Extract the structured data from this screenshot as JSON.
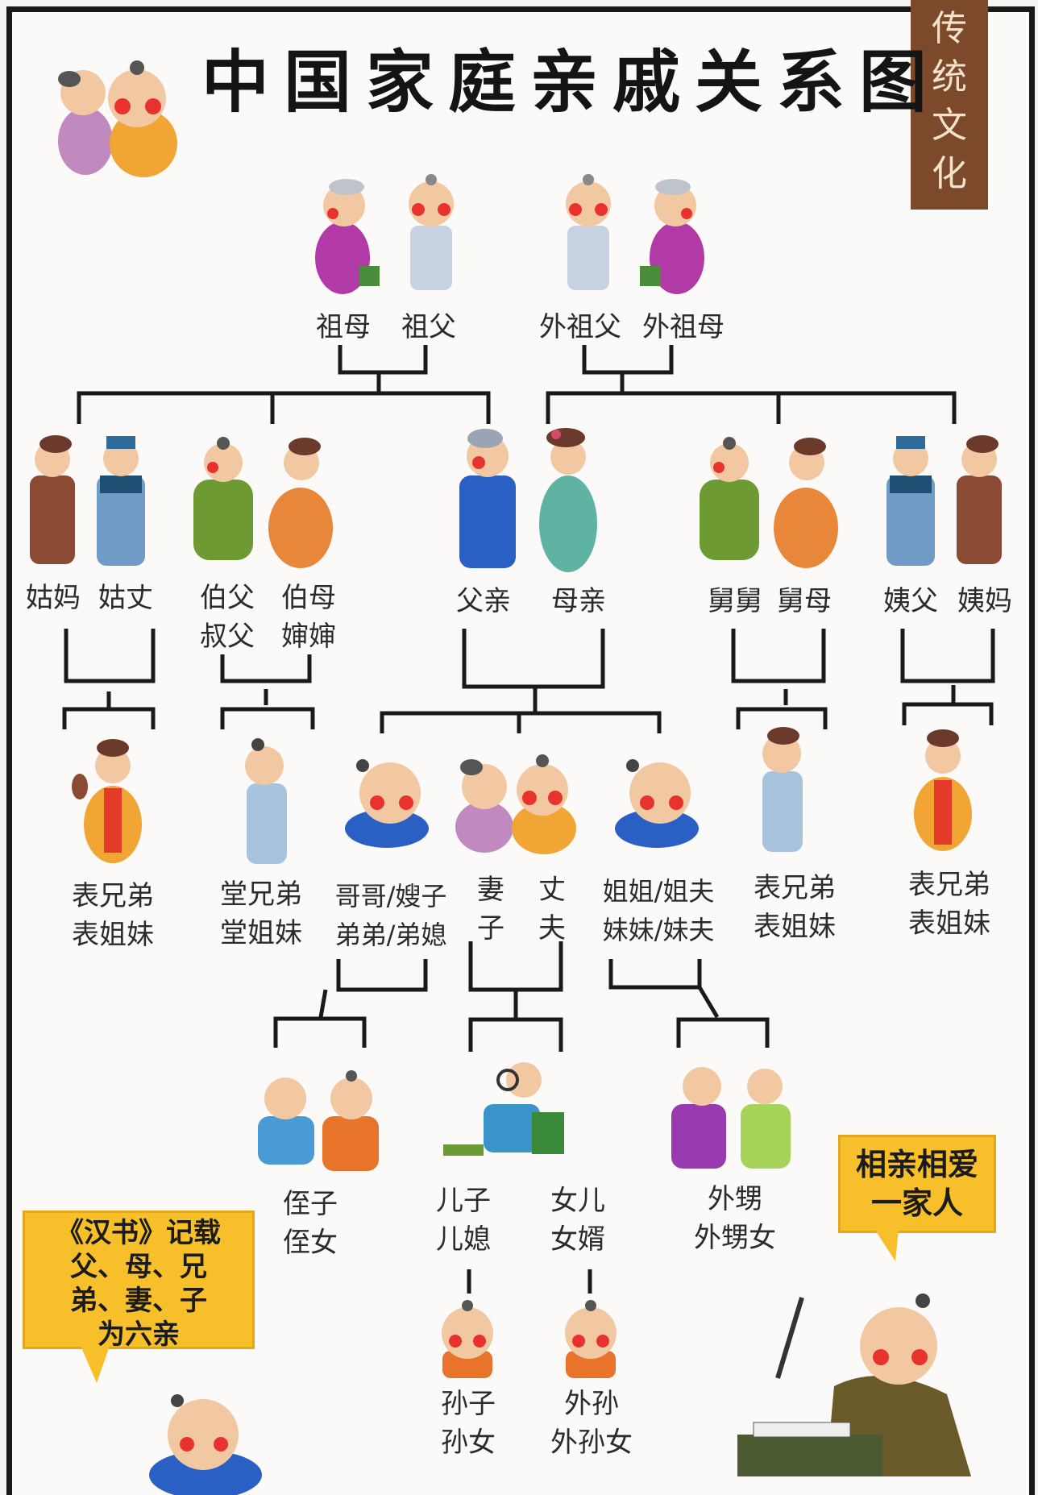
{
  "title": "中国家庭亲戚关系图",
  "side_tag": [
    "传",
    "统",
    "文",
    "化"
  ],
  "people": {
    "zumu": "祖母",
    "zufu": "祖父",
    "waizufu": "外祖父",
    "waizumu": "外祖母",
    "gumu": "姑妈",
    "guzhang": "姑丈",
    "bofu": [
      "伯父",
      "叔父"
    ],
    "bomu": [
      "伯母",
      "婶婶"
    ],
    "fuqin": "父亲",
    "muqin": "母亲",
    "jiujiu": "舅舅",
    "jiumu": "舅母",
    "yifu": "姨父",
    "yima": "姨妈",
    "biao_left": [
      "表兄弟",
      "表姐妹"
    ],
    "tang": [
      "堂兄弟",
      "堂姐妹"
    ],
    "gege": [
      "哥哥/嫂子",
      "弟弟/弟媳"
    ],
    "qizi": [
      "妻",
      "子"
    ],
    "zhangfu": [
      "丈",
      "夫"
    ],
    "jiejie": [
      "姐姐/姐夫",
      "妹妹/妹夫"
    ],
    "biao_mid": [
      "表兄弟",
      "表姐妹"
    ],
    "biao_right": [
      "表兄弟",
      "表姐妹"
    ],
    "zhizi": [
      "侄子",
      "侄女"
    ],
    "erzi": [
      "儿子",
      "儿媳"
    ],
    "nuer": [
      "女儿",
      "女婿"
    ],
    "waisheng": [
      "外甥",
      "外甥女"
    ],
    "sunzi": [
      "孙子",
      "孙女"
    ],
    "waisun": [
      "外孙",
      "外孙女"
    ]
  },
  "note_left": [
    "《汉书》记载",
    "父、母、兄",
    "弟、妻、子",
    "为六亲"
  ],
  "note_right": [
    "相亲相爱",
    "一家人"
  ],
  "colors": {
    "line": "#1a1a1a",
    "tag_bg": "#7c4a2b",
    "note_bg": "#f7c02b",
    "cheek": "#e8322e"
  }
}
